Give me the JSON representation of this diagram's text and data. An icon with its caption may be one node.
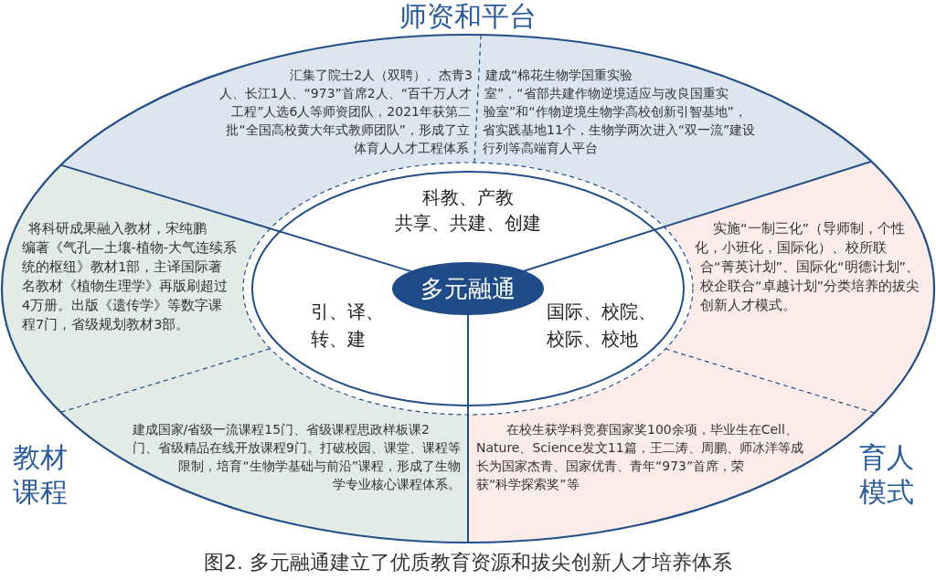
{
  "diagram": {
    "caption": "图2. 多元融通建立了优质教育资源和拔尖创新人才培养体系",
    "nodes": [
      {
        "text": [
          "师资和平台",
          "汇集了院士2人（双聘）、杰青3人、长江1人、“973”首席2人、“百千万人才工程”人选6人等师资团队，2021年获第二批“全国高校黄大年式教师团队”，形成了立体育人人才工程体系",
          "建成“棉花生物学国重实验室”，“省部共建作物逆境适应与改良国重实验室”和“作物逆境生物学高校创新引智基地”，省实践基地11个，生物学两次进入“双一流”建设行列等高端育人平台"
        ]
      },
      {
        "text": [
          "将科研成果融入教材，宋纯鹏编著《气孔—土壤-植物-大气连续系统的枢纽》教材1部，主译国际著名教材《植物生理学》再版刷超过4万册。出版《遗传学》等数字课程7门，省级规划教材3部。",
          "教材课程",
          "建成国家/省级一流课程15门、省级课程思政样板课2门、省级精品在线开放课程9门。打破校园、课堂、课程等限制，培育“生物学基础与前沿”课程，形成了生物学专业核心课程体系。"
        ]
      },
      {
        "text": [
          "实施“一制三化”（导师制，个性化，小班化，国际化）、校所联合“菁英计划”、国际化“明德计划”、校企联合“卓越计划”分类培养的拔尖创新人才模式。",
          "在校生获学科竞赛国家奖100余项，毕业生在Cell、Nature、Science发文11篇，王二涛、周鹏、师冰洋等成长为国家杰青、国家优青、青年“973”首席，荣获“科学探索奖”等",
          "育人模式"
        ]
      },
      {
        "text": [
          "科教、产教共享、共建、创建",
          "引、译、转、建",
          "国际、校院、校际、校地"
        ]
      },
      {
        "text": [
          "多元融通"
        ],
        "in": 3
      }
    ]
  }
}
